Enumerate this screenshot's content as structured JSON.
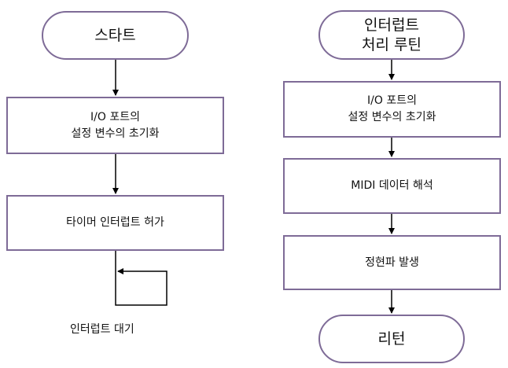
{
  "left_flow": {
    "start": "스타트",
    "init_ports": "I/O 포트의\n설정 변수의 초기화",
    "enable_interrupt": "타이머 인터럽트 허가",
    "wait": "인터럽트 대기"
  },
  "right_flow": {
    "isr_start": "인터럽트\n처리 루틴",
    "init_ports": "I/O 포트의\n설정 변수의 초기화",
    "parse_midi": "MIDI 데이터 해석",
    "generate_sine": "정현파 발생",
    "return": "리턴"
  },
  "colors": {
    "node_border": "#7e6b97",
    "line": "#000000"
  }
}
